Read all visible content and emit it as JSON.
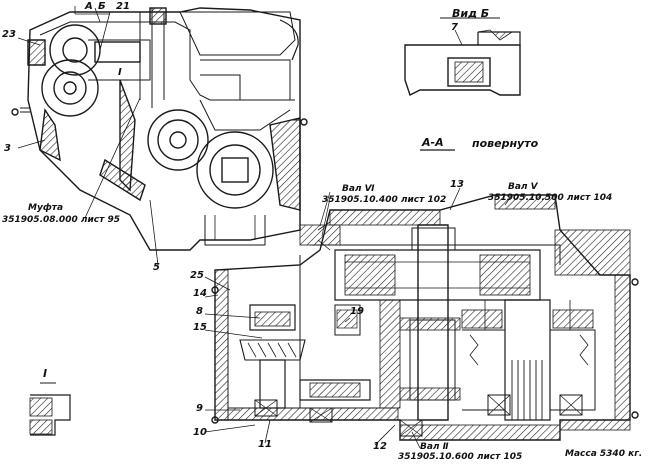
{
  "labels": {
    "view_b": "Вид Б",
    "section_aa": "А-А",
    "rotated": "повернуто",
    "detail_i": "I",
    "mass": "Масса 5340 кг.",
    "coupling": "Муфта",
    "coupling_ref": "351905.08.000 лист 95",
    "shaft_vi": "Вал Ⅵ",
    "shaft_vi_ref": "351905.10.400 лист 102",
    "shaft_v": "Вал Ⅴ",
    "shaft_v_ref": "351905.10.500 лист 104",
    "shaft_ii": "Вал Ⅱ",
    "shaft_ii_ref": "351905.10.600 лист 105",
    "marker_a": "А",
    "marker_b": "Б",
    "marker_i": "I"
  },
  "callouts": {
    "c3": "3",
    "c5": "5",
    "c7": "7",
    "c8": "8",
    "c9": "9",
    "c10": "10",
    "c11": "11",
    "c12": "12",
    "c13": "13",
    "c14": "14",
    "c15": "15",
    "c19": "19",
    "c21": "21",
    "c23": "23",
    "c25": "25"
  },
  "colors": {
    "ink": "#1a1a1a",
    "paper": "#ffffff"
  }
}
